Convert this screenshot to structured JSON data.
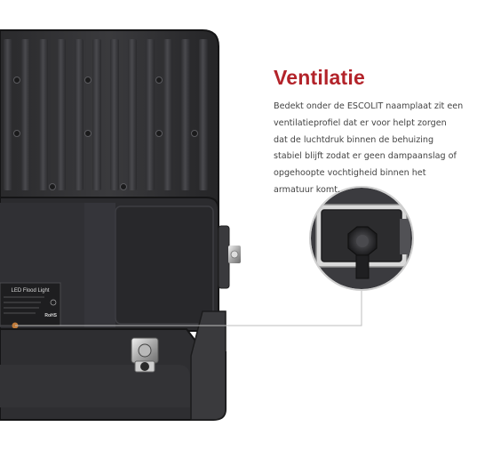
{
  "heading": {
    "title": "Ventilatie",
    "title_color": "#b3232a"
  },
  "description": {
    "lines": [
      "Bedekt onder de ESCOLIT naamplaat zit een",
      "ventilatieprofiel dat er voor helpt zorgen",
      "dat de luchtdruk binnen de behuizing",
      "stabiel blijft zodat er geen dampaanslag of",
      "opgehoopte vochtigheid binnen het",
      "armatuur komt."
    ]
  },
  "product_label": {
    "name": "LED Flood Light",
    "mark": "RoHS"
  },
  "icons": [
    "vent-valve-icon",
    "cable-gland-icon",
    "callout-line-icon"
  ]
}
